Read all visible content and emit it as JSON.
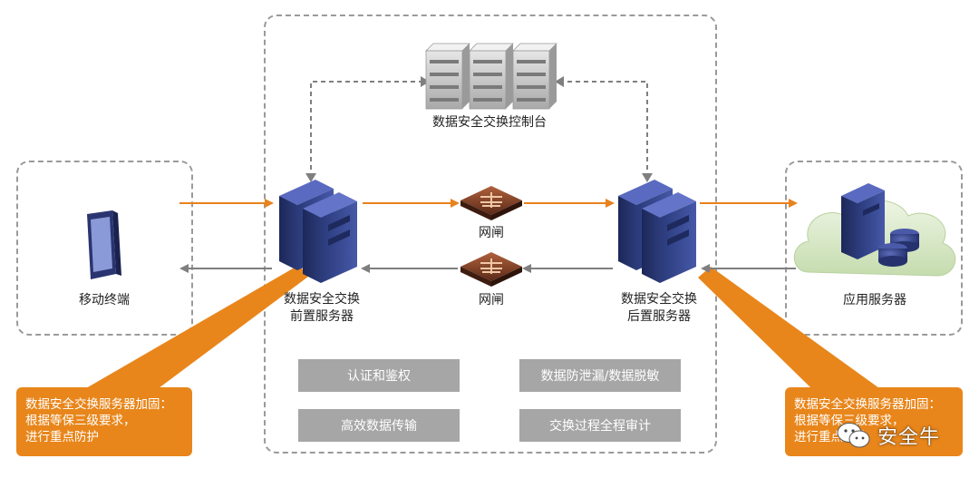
{
  "nodes": {
    "console": "数据安全交换控制台",
    "mobile": "移动终端",
    "front_server": [
      "数据安全交换",
      "前置服务器"
    ],
    "back_server": [
      "数据安全交换",
      "后置服务器"
    ],
    "gatekeeper_top": "网闸",
    "gatekeeper_bottom": "网闸",
    "app_server": "应用服务器"
  },
  "features": {
    "auth": "认证和鉴权",
    "dlp": "数据防泄漏/数据脱敏",
    "transfer": "高效数据传输",
    "audit": "交换过程全程审计"
  },
  "callouts": {
    "left": [
      "数据安全交换服务器加固：",
      "根据等保三级要求，",
      "进行重点防护"
    ],
    "right": [
      "数据安全交换服务器加固：",
      "根据等保三级要求，",
      "进行重点防护"
    ]
  },
  "watermark": "安全牛",
  "colors": {
    "orange": "#e8821e",
    "callout": "#e8861b",
    "gray_arrow": "#7f7f7f",
    "feature_box": "#a6a6a6",
    "server_blue": "#3a4a8e"
  }
}
